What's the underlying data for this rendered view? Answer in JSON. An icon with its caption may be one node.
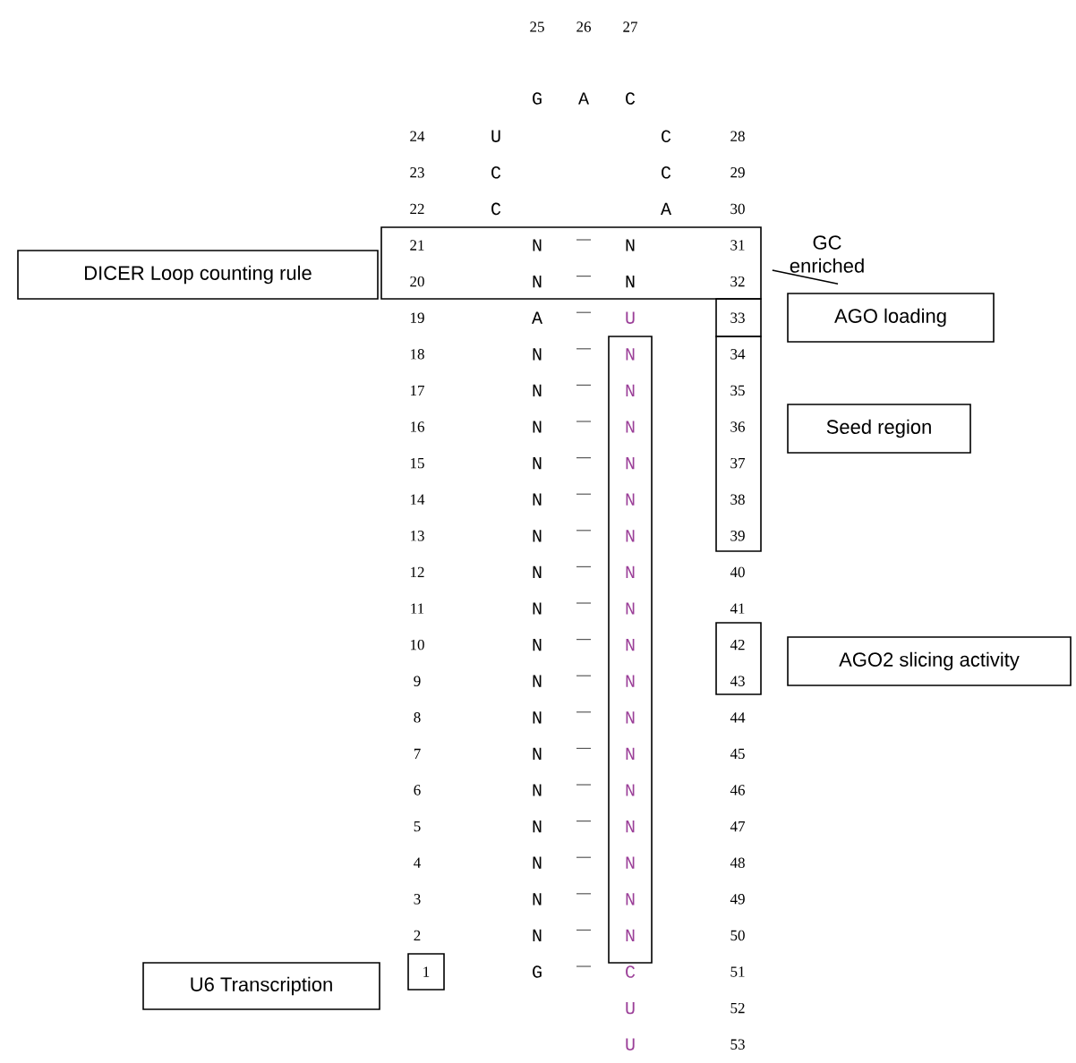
{
  "diagram": {
    "nodes": [
      {
        "text": [
          "DICER Loop counting rule"
        ]
      },
      {
        "text": [
          "GC enriched"
        ]
      },
      {
        "text": [
          "21",
          "N",
          "N",
          "31",
          "20",
          "N",
          "N",
          "32"
        ]
      },
      {
        "text": [
          "33"
        ]
      },
      {
        "text": [
          "AGO loading"
        ]
      },
      {
        "text": [
          "N",
          "N",
          "N",
          "N",
          "N",
          "N",
          "N",
          "N",
          "N",
          "N",
          "N",
          "N",
          "N",
          "N",
          "N",
          "N",
          "N"
        ]
      },
      {
        "text": [
          "34",
          "35",
          "36",
          "37",
          "38",
          "39"
        ]
      },
      {
        "text": [
          "Seed region"
        ]
      },
      {
        "text": [
          "42",
          "43"
        ]
      },
      {
        "text": [
          "AGO2 slicing activity"
        ]
      },
      {
        "text": [
          "U6 Transcription"
        ]
      },
      {
        "text": [
          "1"
        ]
      }
    ],
    "edges": [
      {
        "from": 1,
        "to": 2,
        "arrow": "none"
      }
    ],
    "labels": [
      "25",
      "26",
      "27",
      "G",
      "A",
      "C",
      "24",
      "U",
      "C",
      "28",
      "23",
      "C",
      "C",
      "29",
      "22",
      "C",
      "A",
      "30",
      "19",
      "A",
      "U",
      "18",
      "N",
      "17",
      "N",
      "16",
      "N",
      "15",
      "N",
      "14",
      "N",
      "13",
      "N",
      "12",
      "N",
      "40",
      "11",
      "N",
      "41",
      "10",
      "N",
      "9",
      "N",
      "8",
      "N",
      "44",
      "7",
      "N",
      "45",
      "6",
      "N",
      "46",
      "5",
      "N",
      "47",
      "4",
      "N",
      "48",
      "3",
      "N",
      "49",
      "2",
      "N",
      "50",
      "G",
      "C",
      "51",
      "U",
      "52",
      "U",
      "53"
    ]
  }
}
